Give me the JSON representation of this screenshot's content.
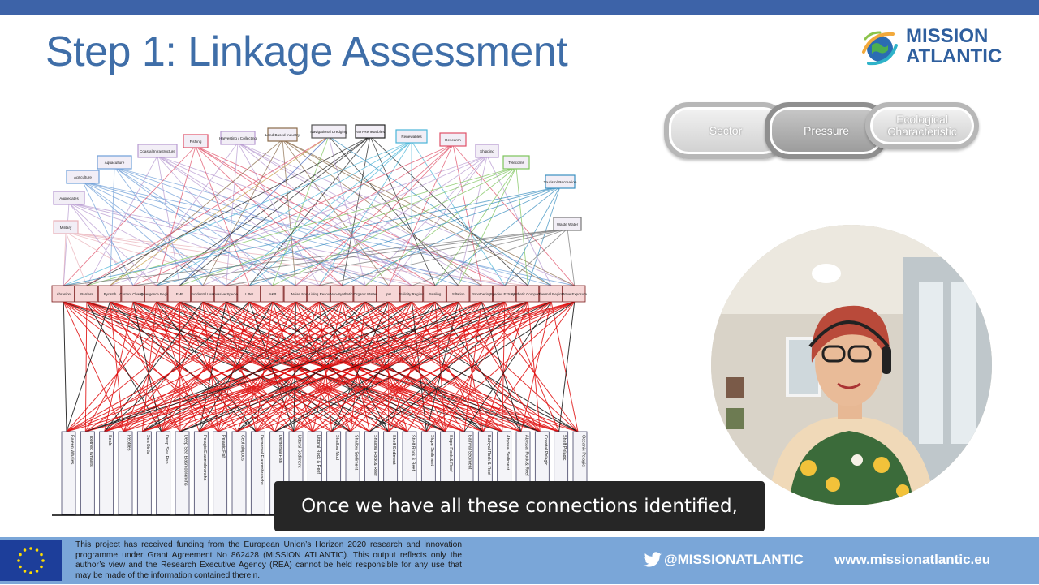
{
  "slide": {
    "title": "Step 1: Linkage Assessment",
    "logo_line1": "MISSION",
    "logo_line2": "ATLANTIC"
  },
  "process": {
    "steps": [
      "Sector",
      "Pressure",
      "Ecological Characteristic"
    ],
    "active_step": "Pressure"
  },
  "diagram": {
    "sectors": [
      "Military",
      "Aggregates",
      "Agriculture",
      "Aquaculture",
      "Coastal Infrastructure",
      "Fishing",
      "Harvesting / Collecting",
      "Land-Based Industry",
      "Navigational Dredging",
      "Non-Renewables",
      "Renewables",
      "Research",
      "Shipping",
      "Telecoms",
      "Tourism/ Recreation",
      "Waste Water"
    ],
    "pressures": [
      "Abrasion",
      "Barriers",
      "Bycatch",
      "Current Changes",
      "Emergence Regime",
      "EMF",
      "Incidental Loss",
      "Invasive Species",
      "Litter",
      "N&P",
      "Noise",
      "Non-Living Resources",
      "Non-Synthetics",
      "Organic Matter",
      "pH",
      "Salinity Regime",
      "Sealing",
      "Siltation",
      "Smothering",
      "Species Extraction",
      "Synthetic Compounds",
      "Thermal Regime",
      "Wave Exposure"
    ],
    "ecological_characteristics": [
      "Baleen Whales",
      "Toothed Whales",
      "Seals",
      "Reptiles",
      "Sea Birds",
      "Deep Sea Fish",
      "Deep Sea Elasmobranchs",
      "Pelagic Elasmobranchs",
      "Pelagic Fish",
      "Cephalopods",
      "Demersal Elasmobranchs",
      "Demersal Fish",
      "Littoral Sediment",
      "Littoral Rock & Reef",
      "Shallow Mud",
      "Shallow Sediment",
      "Shallow Rock & Reef",
      "Shelf Sediment",
      "Shelf Rock & Reef",
      "Slope Sediment",
      "Slope Rock & Reef",
      "Bathyal Sediment",
      "Bathyal Rock & Reef",
      "Abyssal Sediment",
      "Abyssal Rock & Reef",
      "Coastal Pelagic",
      "Shelf Pelagic",
      "Oceanic Pelagic"
    ]
  },
  "caption": "Once we have all these connections identified,",
  "footer": {
    "funding_text": "This project has received funding from the European Union’s Horizon 2020 research and innovation programme under Grant Agreement No 862428 (MISSION ATLANTIC). This output reflects only the author’s view and the Research Executive Agency (REA) cannot be held responsible for any use that may be made of the information contained therein.",
    "twitter": "@MISSIONATLANTIC",
    "website": "www.missionatlantic.eu"
  }
}
